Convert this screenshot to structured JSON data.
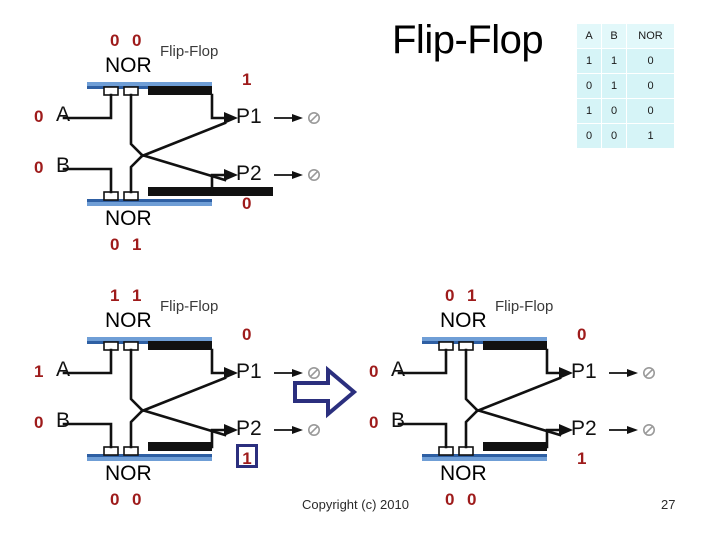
{
  "slide": {
    "title": "Flip-Flop",
    "page_number": "27",
    "copyright": "Copyright (c) 2010",
    "colors": {
      "signal_red": "#9e1b1b",
      "gate_blue": "#4a7ebb",
      "gate_black": "#111111",
      "arrow_navy": "#2b2f7e",
      "table_cell": "#d6f4f7",
      "table_header": "#e2f8fa"
    }
  },
  "truth_table": {
    "headers": [
      "A",
      "B",
      "NOR"
    ],
    "rows": [
      [
        "1",
        "1",
        "0"
      ],
      [
        "0",
        "1",
        "0"
      ],
      [
        "1",
        "0",
        "0"
      ],
      [
        "0",
        "0",
        "1"
      ]
    ]
  },
  "figures": [
    {
      "id": "figure-top",
      "flipflop_label": "Flip-Flop",
      "top_gate": {
        "name": "NOR",
        "input_values": [
          "0",
          "0"
        ]
      },
      "bottom_gate": {
        "name": "NOR",
        "input_values": [
          "0",
          "1"
        ]
      },
      "input_a": {
        "label": "A",
        "value": "0"
      },
      "input_b": {
        "label": "B",
        "value": "0"
      },
      "output_p1": {
        "label": "P1",
        "value": "1"
      },
      "output_p2": {
        "label": "P2",
        "value": "0"
      },
      "highlight": null
    },
    {
      "id": "figure-bottom-left",
      "flipflop_label": "Flip-Flop",
      "top_gate": {
        "name": "NOR",
        "input_values": [
          "1",
          "1"
        ]
      },
      "bottom_gate": {
        "name": "NOR",
        "input_values": [
          "0",
          "0"
        ]
      },
      "input_a": {
        "label": "A",
        "value": "1"
      },
      "input_b": {
        "label": "B",
        "value": "0"
      },
      "output_p1": {
        "label": "P1",
        "value": "0"
      },
      "output_p2": {
        "label": "P2",
        "value": "1"
      },
      "highlight": "output_p2"
    },
    {
      "id": "figure-bottom-right",
      "flipflop_label": "Flip-Flop",
      "top_gate": {
        "name": "NOR",
        "input_values": [
          "0",
          "1"
        ]
      },
      "bottom_gate": {
        "name": "NOR",
        "input_values": [
          "0",
          "0"
        ]
      },
      "input_a": {
        "label": "A",
        "value": "0"
      },
      "input_b": {
        "label": "B",
        "value": "0"
      },
      "output_p1": {
        "label": "P1",
        "value": "0"
      },
      "output_p2": {
        "label": "P2",
        "value": "1"
      },
      "highlight": null
    }
  ],
  "transition_arrow": {
    "direction": "right"
  }
}
